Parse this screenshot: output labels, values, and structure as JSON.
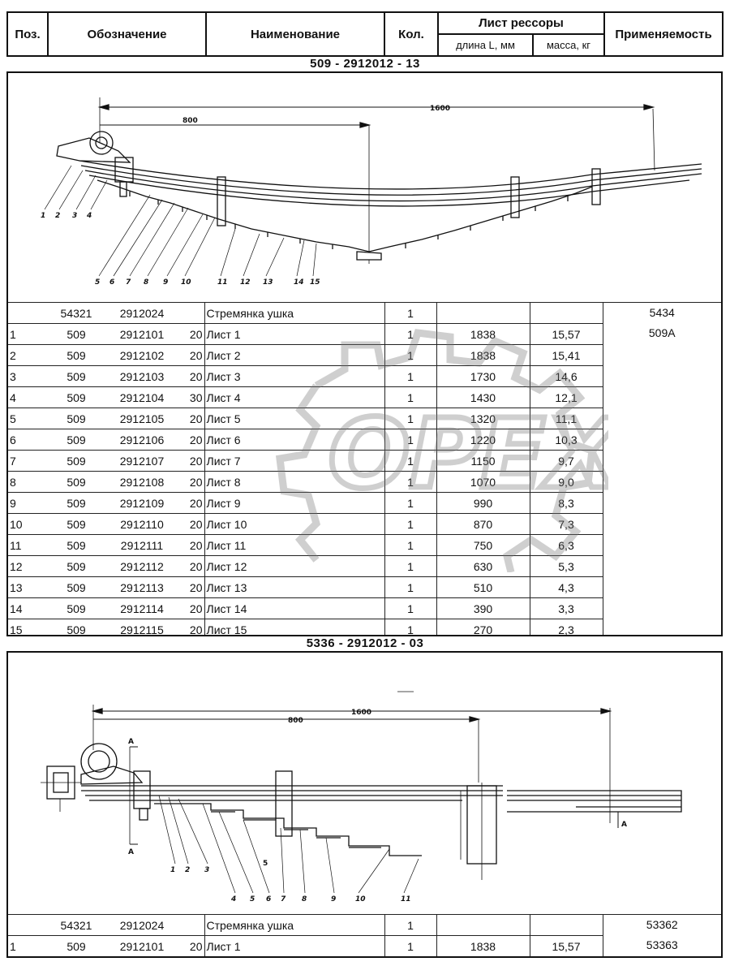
{
  "header": {
    "pos": "Поз.",
    "designation": "Обозначение",
    "name": "Наименование",
    "qty": "Кол.",
    "sheet": "Лист рессоры",
    "length": "длина L, мм",
    "mass": "масса, кг",
    "applicability": "Применяемость"
  },
  "section1": {
    "title": "509 - 2912012 - 13",
    "dims": {
      "total": "1600",
      "half": "800"
    },
    "callouts": [
      "1",
      "2",
      "3",
      "4",
      "5",
      "6",
      "7",
      "8",
      "9",
      "10",
      "11",
      "12",
      "13",
      "14",
      "15"
    ],
    "applicability": [
      "5434",
      "509А"
    ],
    "rows": [
      {
        "pos": "",
        "a": "54321",
        "b": "2912024",
        "c": "",
        "name": "Стремянка ушка",
        "qty": "1",
        "len": "",
        "mass": ""
      },
      {
        "pos": "1",
        "a": "509",
        "b": "2912101",
        "c": "20",
        "name": "Лист 1",
        "qty": "1",
        "len": "1838",
        "mass": "15,57"
      },
      {
        "pos": "2",
        "a": "509",
        "b": "2912102",
        "c": "20",
        "name": "Лист 2",
        "qty": "1",
        "len": "1838",
        "mass": "15,41"
      },
      {
        "pos": "3",
        "a": "509",
        "b": "2912103",
        "c": "20",
        "name": "Лист 3",
        "qty": "1",
        "len": "1730",
        "mass": "14,6"
      },
      {
        "pos": "4",
        "a": "509",
        "b": "2912104",
        "c": "30",
        "name": "Лист 4",
        "qty": "1",
        "len": "1430",
        "mass": "12,1"
      },
      {
        "pos": "5",
        "a": "509",
        "b": "2912105",
        "c": "20",
        "name": "Лист 5",
        "qty": "1",
        "len": "1320",
        "mass": "11,1"
      },
      {
        "pos": "6",
        "a": "509",
        "b": "2912106",
        "c": "20",
        "name": "Лист 6",
        "qty": "1",
        "len": "1220",
        "mass": "10,3"
      },
      {
        "pos": "7",
        "a": "509",
        "b": "2912107",
        "c": "20",
        "name": "Лист 7",
        "qty": "1",
        "len": "1150",
        "mass": "9,7"
      },
      {
        "pos": "8",
        "a": "509",
        "b": "2912108",
        "c": "20",
        "name": "Лист 8",
        "qty": "1",
        "len": "1070",
        "mass": "9,0"
      },
      {
        "pos": "9",
        "a": "509",
        "b": "2912109",
        "c": "20",
        "name": "Лист 9",
        "qty": "1",
        "len": "990",
        "mass": "8,3"
      },
      {
        "pos": "10",
        "a": "509",
        "b": "2912110",
        "c": "20",
        "name": "Лист 10",
        "qty": "1",
        "len": "870",
        "mass": "7,3"
      },
      {
        "pos": "11",
        "a": "509",
        "b": "2912111",
        "c": "20",
        "name": "Лист 11",
        "qty": "1",
        "len": "750",
        "mass": "6,3"
      },
      {
        "pos": "12",
        "a": "509",
        "b": "2912112",
        "c": "20",
        "name": "Лист 12",
        "qty": "1",
        "len": "630",
        "mass": "5,3"
      },
      {
        "pos": "13",
        "a": "509",
        "b": "2912113",
        "c": "20",
        "name": "Лист 13",
        "qty": "1",
        "len": "510",
        "mass": "4,3"
      },
      {
        "pos": "14",
        "a": "509",
        "b": "2912114",
        "c": "20",
        "name": "Лист 14",
        "qty": "1",
        "len": "390",
        "mass": "3,3"
      },
      {
        "pos": "15",
        "a": "509",
        "b": "2912115",
        "c": "20",
        "name": "Лист 15",
        "qty": "1",
        "len": "270",
        "mass": "2,3"
      }
    ]
  },
  "section2": {
    "title": "5336 - 2912012 - 03",
    "dims": {
      "total": "1600",
      "half": "800",
      "section_mark": "А",
      "small": "5"
    },
    "callouts": [
      "1",
      "2",
      "3",
      "4",
      "5",
      "6",
      "7",
      "8",
      "9",
      "10",
      "11"
    ],
    "applicability": [
      "53362",
      "53363"
    ],
    "rows": [
      {
        "pos": "",
        "a": "54321",
        "b": "2912024",
        "c": "",
        "name": "Стремянка ушка",
        "qty": "1",
        "len": "",
        "mass": ""
      },
      {
        "pos": "1",
        "a": "509",
        "b": "2912101",
        "c": "20",
        "name": "Лист 1",
        "qty": "1",
        "len": "1838",
        "mass": "15,57"
      }
    ]
  },
  "watermark": {
    "text": "OPEX",
    "color": "#777777"
  }
}
